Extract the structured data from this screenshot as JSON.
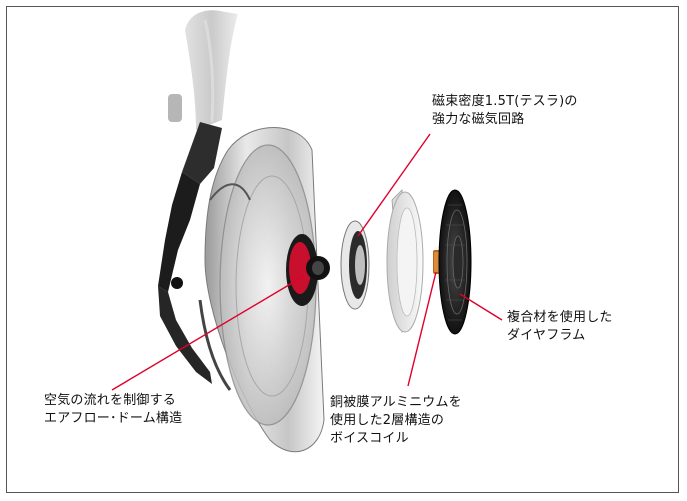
{
  "callouts": {
    "magnet": {
      "line1": "磁束密度1.5T(テスラ)の",
      "line2": "強力な磁気回路"
    },
    "diaphragm": {
      "line1": "複合材を使用した",
      "line2": "ダイヤフラム"
    },
    "airflow": {
      "line1": "空気の流れを制御する",
      "line2": "エアフロー･ドーム構造"
    },
    "voicecoil": {
      "line1": "銅被膜アルミニウムを",
      "line2": "使用した2層構造の",
      "line3": "ボイスコイル"
    }
  },
  "colors": {
    "leader_line": "#e0002a",
    "frame_border": "#555555",
    "magnet_accent": "#c8102e",
    "voice_coil": "#b5651d"
  }
}
